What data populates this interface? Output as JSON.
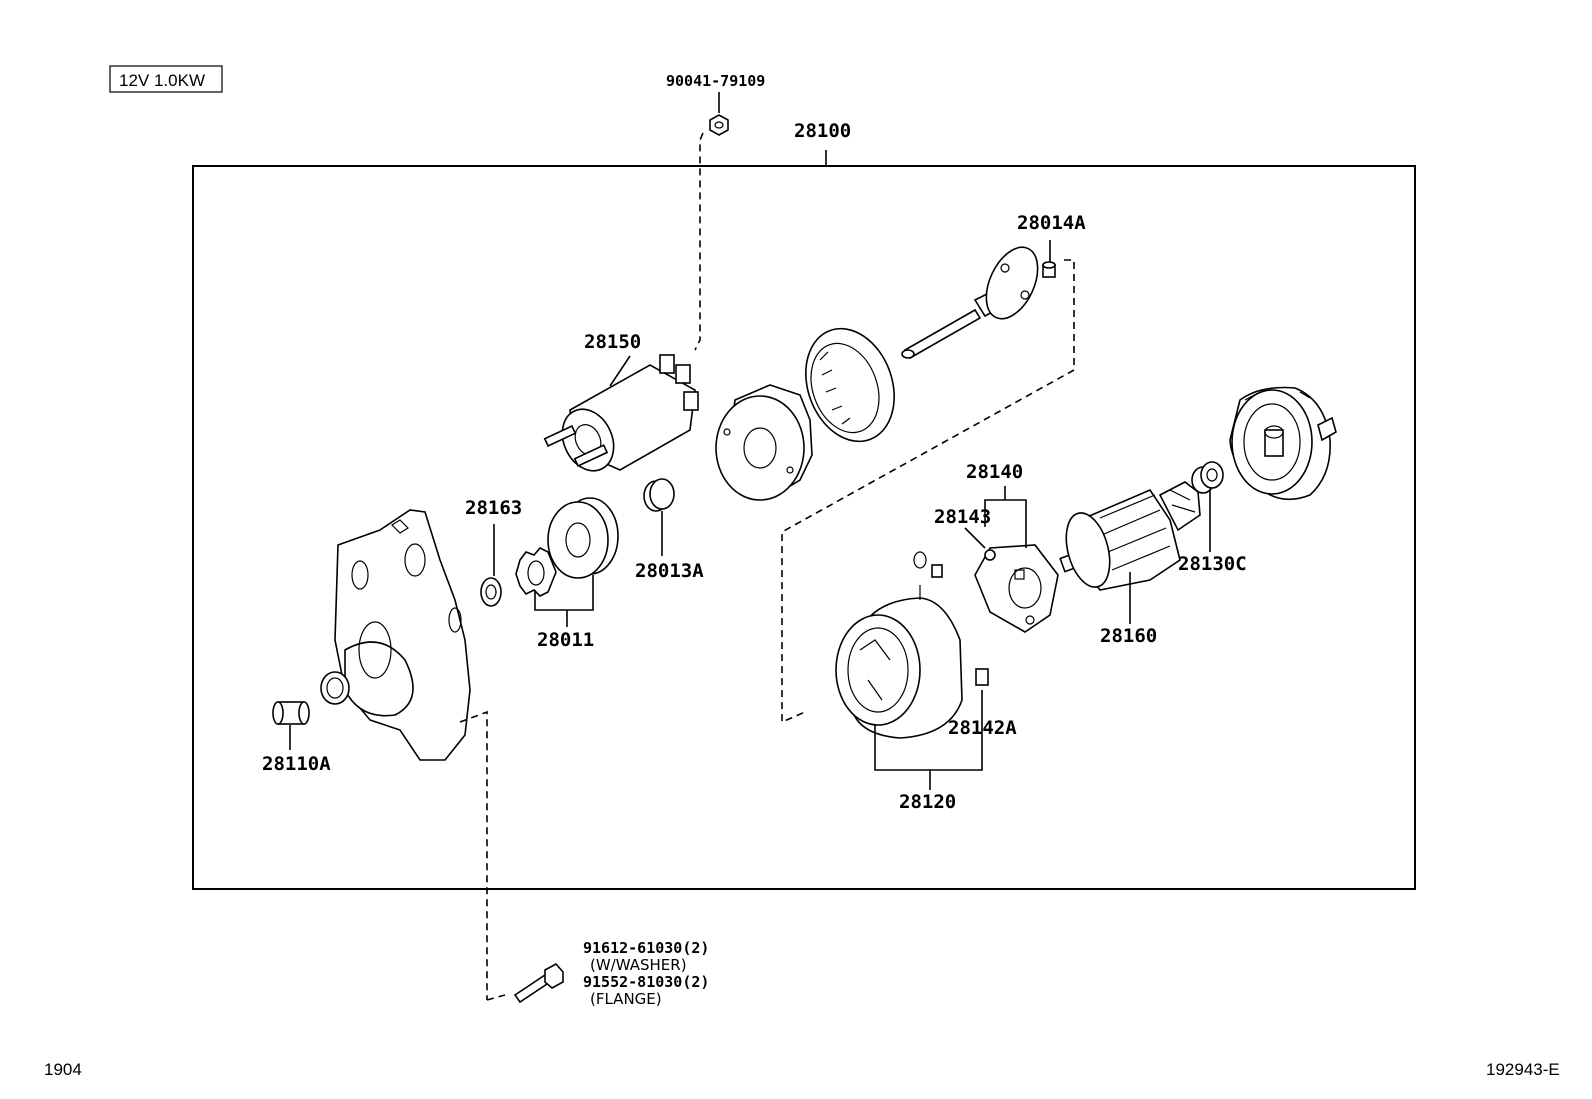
{
  "spec_label": "12V  1.0KW",
  "assembly_number": "28100",
  "parts": {
    "nut": "90041-79109",
    "p28014A": "28014A",
    "p28150": "28150",
    "p28163": "28163",
    "p28013A": "28013A",
    "p28011": "28011",
    "p28140": "28140",
    "p28143": "28143",
    "p28130C": "28130C",
    "p28160": "28160",
    "p28142A": "28142A",
    "p28120": "28120",
    "p28110A": "28110A"
  },
  "bolts": {
    "washer_part": "91612-61030(2)",
    "washer_note": "(W/WASHER)",
    "flange_part": "91552-81030(2)",
    "flange_note": "(FLANGE)"
  },
  "footer": {
    "left_code": "1904",
    "right_code": "192943-E"
  }
}
